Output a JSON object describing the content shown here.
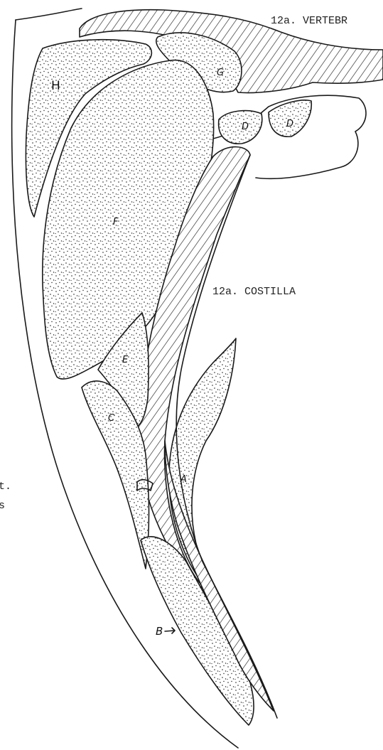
{
  "labels": {
    "vertebra": "12a. VERTEBR",
    "rib": "12a. COSTILLA",
    "margin_fragment_1": "t.",
    "margin_fragment_2": "s"
  },
  "regions": {
    "A": "A",
    "B": "B",
    "C": "C",
    "D1": "D",
    "D2": "D",
    "E": "E",
    "F": "F",
    "G": "G",
    "H": "H"
  },
  "colors": {
    "ink": "#1a1a1a",
    "paper": "#ffffff"
  }
}
